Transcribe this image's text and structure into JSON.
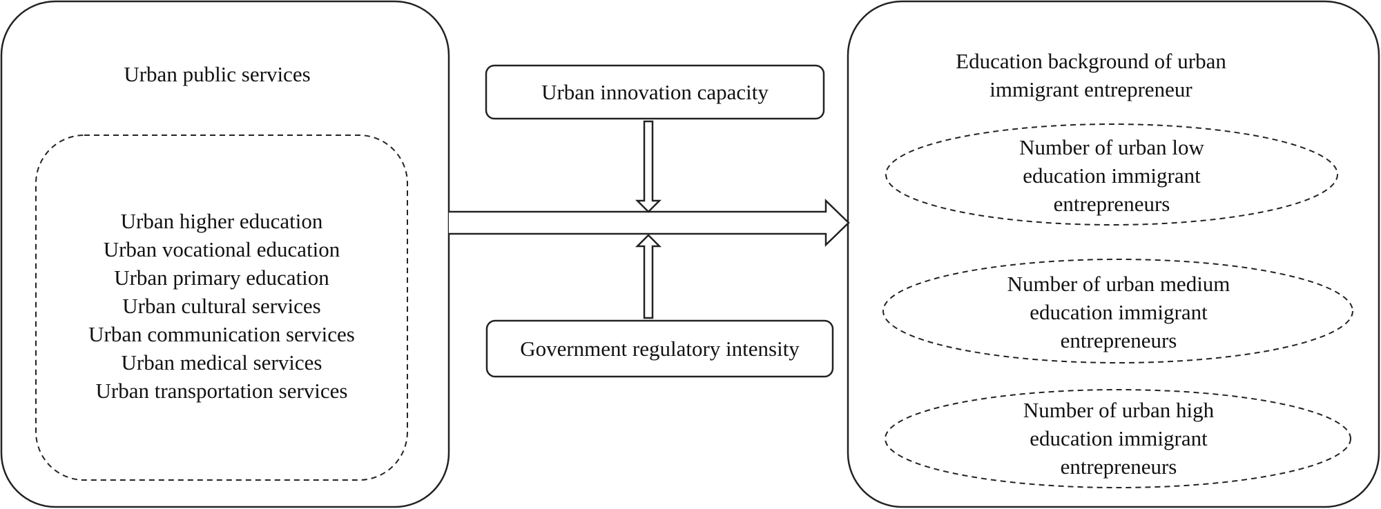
{
  "left_panel": {
    "title": "Urban public services",
    "items": [
      "Urban higher education",
      "Urban vocational education",
      "Urban primary education",
      "Urban cultural services",
      "Urban communication services",
      "Urban medical services",
      "Urban transportation services"
    ]
  },
  "moderators": {
    "top": "Urban innovation capacity",
    "bottom": "Government regulatory intensity"
  },
  "right_panel": {
    "title_lines": [
      "Education background of urban",
      "immigrant entrepreneur"
    ],
    "outcomes": [
      {
        "lines": [
          "Number of urban low",
          "education immigrant",
          "entrepreneurs"
        ]
      },
      {
        "lines": [
          "Number of urban medium",
          "education immigrant",
          "entrepreneurs"
        ]
      },
      {
        "lines": [
          "Number of urban high",
          "education immigrant",
          "entrepreneurs"
        ]
      }
    ]
  },
  "colors": {
    "stroke": "#222222",
    "text": "#111111",
    "background": "#ffffff"
  }
}
